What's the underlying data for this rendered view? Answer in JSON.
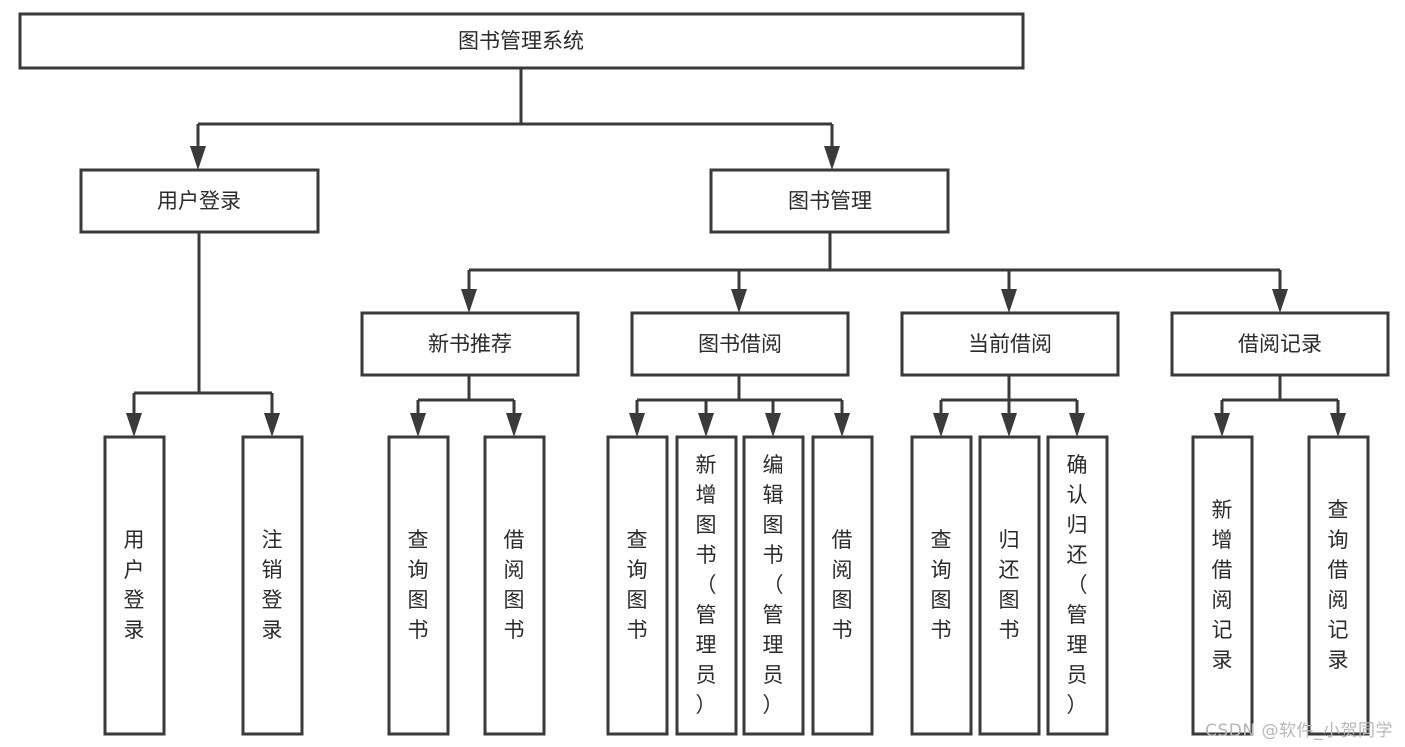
{
  "diagram": {
    "type": "tree-hierarchy-chart",
    "title": "图书管理系统",
    "colors": {
      "box_stroke": "#3a3a3a",
      "box_fill": "#ffffff",
      "text": "#2b2b2b",
      "background": "#ffffff",
      "watermark": "#b8b8b8"
    },
    "root": {
      "label": "图书管理系统"
    },
    "level1": [
      {
        "label": "用户登录"
      },
      {
        "label": "图书管理"
      }
    ],
    "level2": [
      {
        "label": "新书推荐"
      },
      {
        "label": "图书借阅"
      },
      {
        "label": "当前借阅"
      },
      {
        "label": "借阅记录"
      }
    ],
    "leaves": {
      "user_login": [
        {
          "label": "用户登录"
        },
        {
          "label": "注销登录"
        }
      ],
      "new_book_recommend": [
        {
          "label": "查询图书"
        },
        {
          "label": "借阅图书"
        }
      ],
      "book_borrow": [
        {
          "label": "查询图书"
        },
        {
          "label": "新增图书（管理员）"
        },
        {
          "label": "编辑图书（管理员）"
        },
        {
          "label": "借阅图书"
        }
      ],
      "current_borrow": [
        {
          "label": "查询图书"
        },
        {
          "label": "归还图书"
        },
        {
          "label": "确认归还（管理员）"
        }
      ],
      "borrow_record": [
        {
          "label": "新增借阅记录"
        },
        {
          "label": "查询借阅记录"
        }
      ]
    }
  },
  "watermark": {
    "text": "CSDN @软件_小贺同学"
  }
}
